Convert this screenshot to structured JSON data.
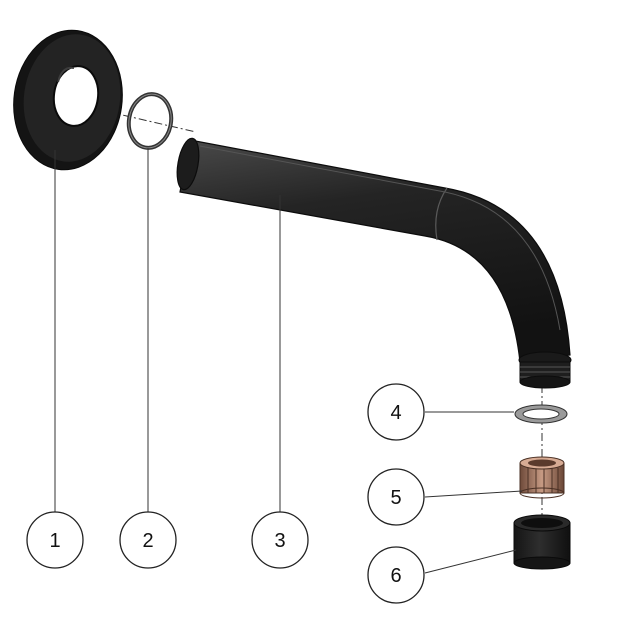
{
  "diagram": {
    "callouts": [
      {
        "number": "1",
        "part": "wall-flange"
      },
      {
        "number": "2",
        "part": "o-ring"
      },
      {
        "number": "3",
        "part": "shower-arm"
      },
      {
        "number": "4",
        "part": "washer"
      },
      {
        "number": "5",
        "part": "insert"
      },
      {
        "number": "6",
        "part": "end-cap"
      }
    ]
  },
  "colors": {
    "part_dark": "#1f1f1f",
    "part_edge": "#0c0c0c",
    "part_highlight": "#3d3d3d",
    "ring": "#333333",
    "washer": "#9a9a9a",
    "insert_metal": "#b98a72",
    "callout_stroke": "#222222",
    "leader_line": "#333333"
  }
}
